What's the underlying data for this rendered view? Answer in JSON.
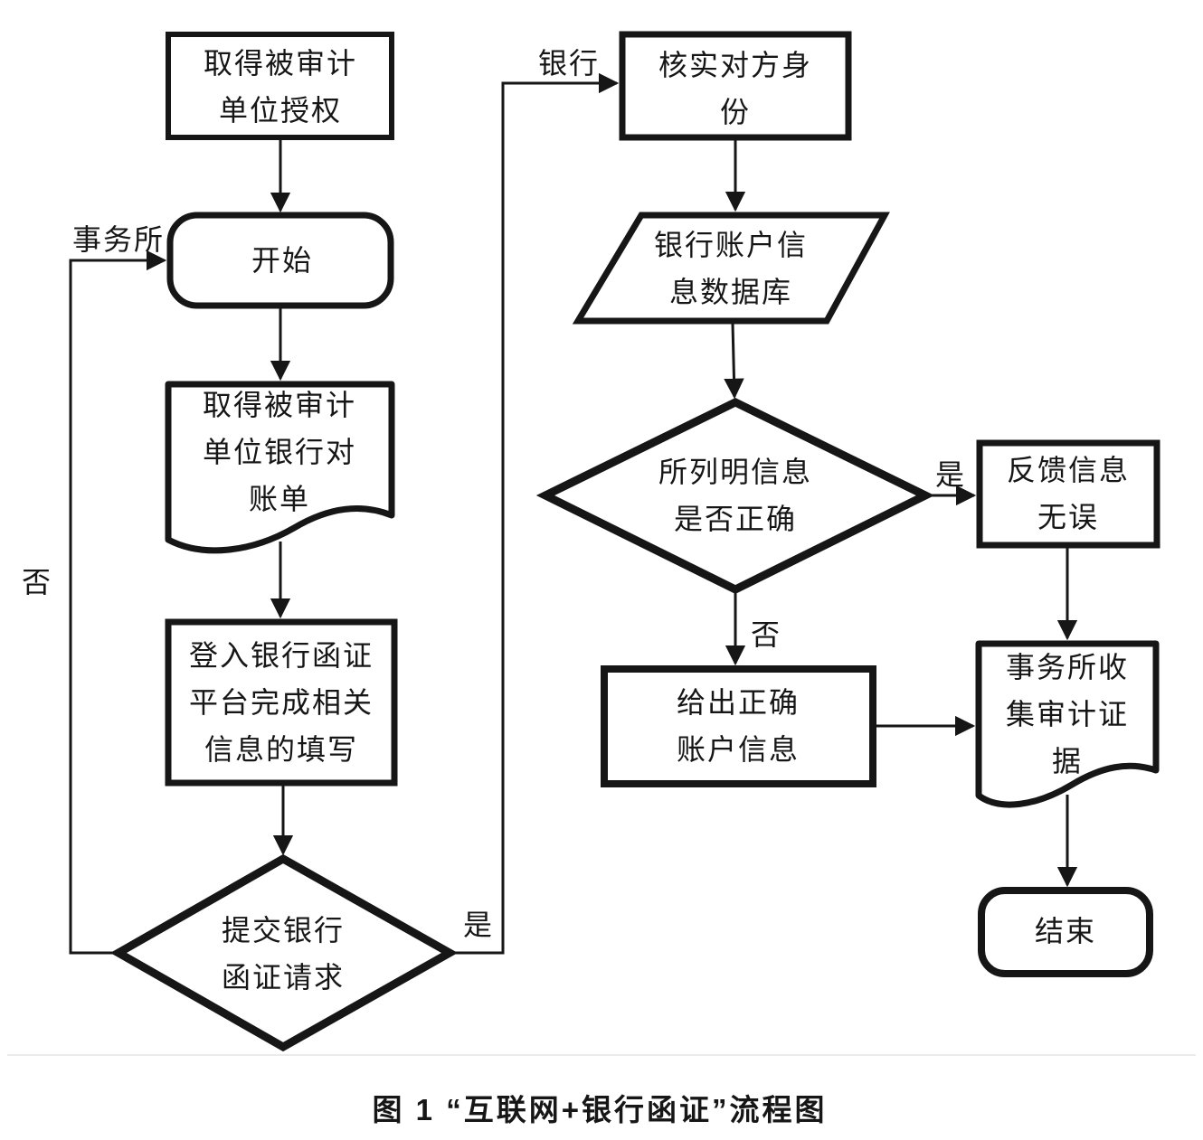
{
  "colors": {
    "stroke": "#161616",
    "background": "#ffffff",
    "separator": "#ebebeb"
  },
  "nodes": {
    "obtain_authorization": {
      "label": "取得被审计\n单位授权",
      "shape": "rect"
    },
    "start": {
      "label": "开始",
      "shape": "rounded-rect"
    },
    "bank_statement": {
      "label": "取得被审计\n单位银行对\n账单",
      "shape": "document"
    },
    "login_platform": {
      "label": "登入银行函证\n平台完成相关\n信息的填写",
      "shape": "rect"
    },
    "submit_request": {
      "label": "提交银行\n函证请求",
      "shape": "diamond"
    },
    "verify_identity": {
      "label": "核实对方身\n份",
      "shape": "rect"
    },
    "account_database": {
      "label": "银行账户信\n息数据库",
      "shape": "parallelogram"
    },
    "info_correct": {
      "label": "所列明信息\n是否正确",
      "shape": "diamond"
    },
    "feedback_ok": {
      "label": "反馈信息\n无误",
      "shape": "rect"
    },
    "give_correct_info": {
      "label": "给出正确\n账户信息",
      "shape": "rect"
    },
    "collect_evidence": {
      "label": "事务所收\n集审计证\n据",
      "shape": "document"
    },
    "end": {
      "label": "结束",
      "shape": "rounded-rect"
    }
  },
  "edge_labels": {
    "firm": "事务所",
    "bank": "银行",
    "submit_yes": "是",
    "submit_no": "否",
    "correct_yes": "是",
    "correct_no": "否"
  },
  "caption": "图 1  “互联网+银行函证”流程图"
}
